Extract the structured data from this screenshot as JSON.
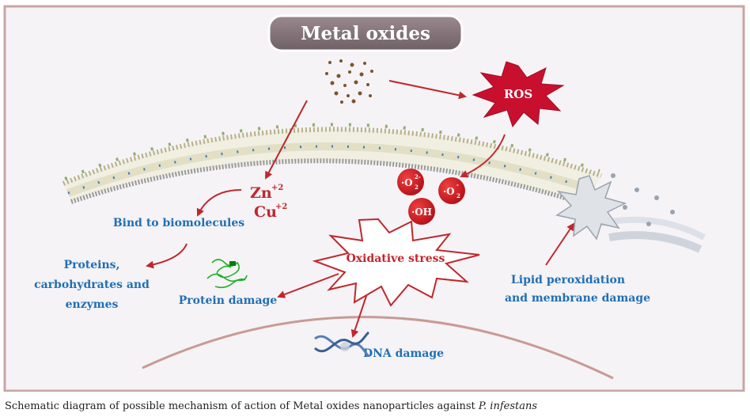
{
  "diagram": {
    "title": "Metal oxides",
    "ros_label": "ROS",
    "ions": {
      "zn": "Zn",
      "zn_charge": "+2",
      "cu": "Cu",
      "cu_charge": "+2"
    },
    "radicals": {
      "o2a_text": "·O",
      "o2a_sub": "2",
      "o2a_sup": "2-",
      "o2b_text": "·O",
      "o2b_sub": "2",
      "o2b_sup": "-",
      "oh": "·OH"
    },
    "oxidative_stress": "Oxidative stress",
    "bind": "Bind to biomolecules",
    "proteins": [
      "Proteins,",
      "carbohydrates and",
      "enzymes"
    ],
    "protein_damage": "Protein damage",
    "dna_damage": "DNA damage",
    "lipid": [
      "Lipid peroxidation",
      "and membrane damage"
    ]
  },
  "caption": {
    "text": "Schematic diagram of possible mechanism of action of Metal oxides nanoparticles against ",
    "species": "P. infestans"
  },
  "colors": {
    "arrow": "#c0272d",
    "blue_text": "#1f6fb5",
    "red_text": "#c0272d",
    "border": "#c9a5a5",
    "title_bg": "#8a7a80",
    "ros_fill": "#c8102e",
    "radical_fill": "#d9252a"
  }
}
